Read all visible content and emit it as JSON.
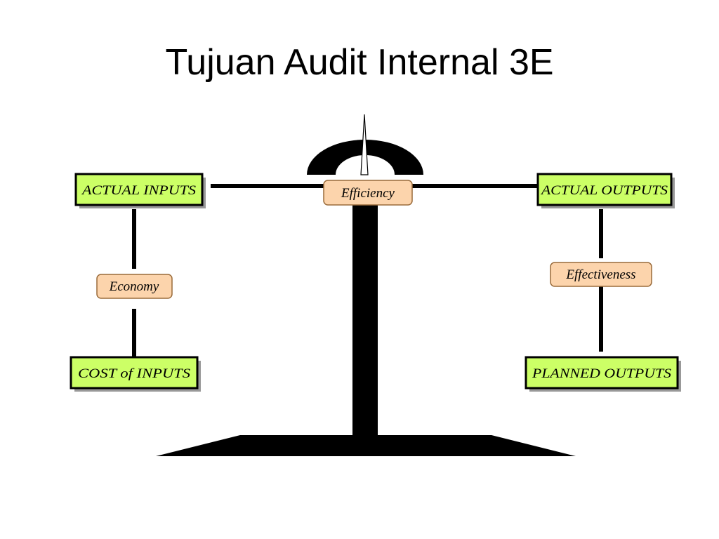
{
  "slide": {
    "title": "Tujuan Audit Internal 3E"
  },
  "diagram": {
    "boxes": {
      "actual_inputs": "ACTUAL INPUTS",
      "cost_of_inputs": "COST of  INPUTS",
      "actual_outputs": "ACTUAL OUTPUTS",
      "planned_outputs": "PLANNED OUTPUTS"
    },
    "labels": {
      "efficiency": "Efficiency",
      "economy": "Economy",
      "effectiveness": "Effectiveness"
    },
    "colors": {
      "box_fill": "#ccff66",
      "label_fill": "#fcd4ac",
      "label_stroke": "#9a6b3a",
      "ink": "#000000",
      "shadow": "#999999"
    }
  }
}
